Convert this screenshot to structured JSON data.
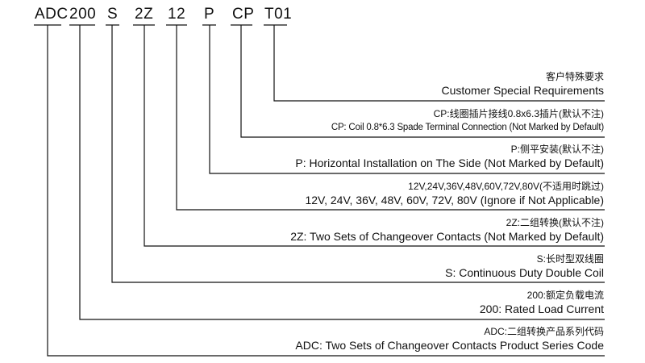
{
  "codes": [
    "ADC",
    "200",
    "S",
    "2Z",
    "12",
    "P",
    "CP",
    "T01"
  ],
  "items": [
    {
      "cn": "客户特殊要求",
      "en": "Customer Special Requirements"
    },
    {
      "cn": "CP:线圈插片接线0.8x6.3插片(默认不注)",
      "en": "CP: Coil 0.8*6.3 Spade Terminal Connection (Not Marked by Default)"
    },
    {
      "cn": "P:侧平安装(默认不注)",
      "en": "P: Horizontal Installation on The Side (Not Marked by Default)"
    },
    {
      "cn": "12V,24V,36V,48V,60V,72V,80V(不适用时跳过)",
      "en": "12V, 24V, 36V, 48V, 60V, 72V, 80V (Ignore if Not Applicable)"
    },
    {
      "cn": "2Z:二组转换(默认不注)",
      "en": "2Z: Two Sets of Changeover Contacts (Not Marked by Default)"
    },
    {
      "cn": "S:长时型双线圈",
      "en": "S: Continuous Duty Double Coil"
    },
    {
      "cn": "200:额定负载电流",
      "en": "200: Rated Load Current"
    },
    {
      "cn": "ADC:二组转换产品系列代码",
      "en": "ADC: Two Sets of Changeover Contacts Product Series Code"
    }
  ]
}
